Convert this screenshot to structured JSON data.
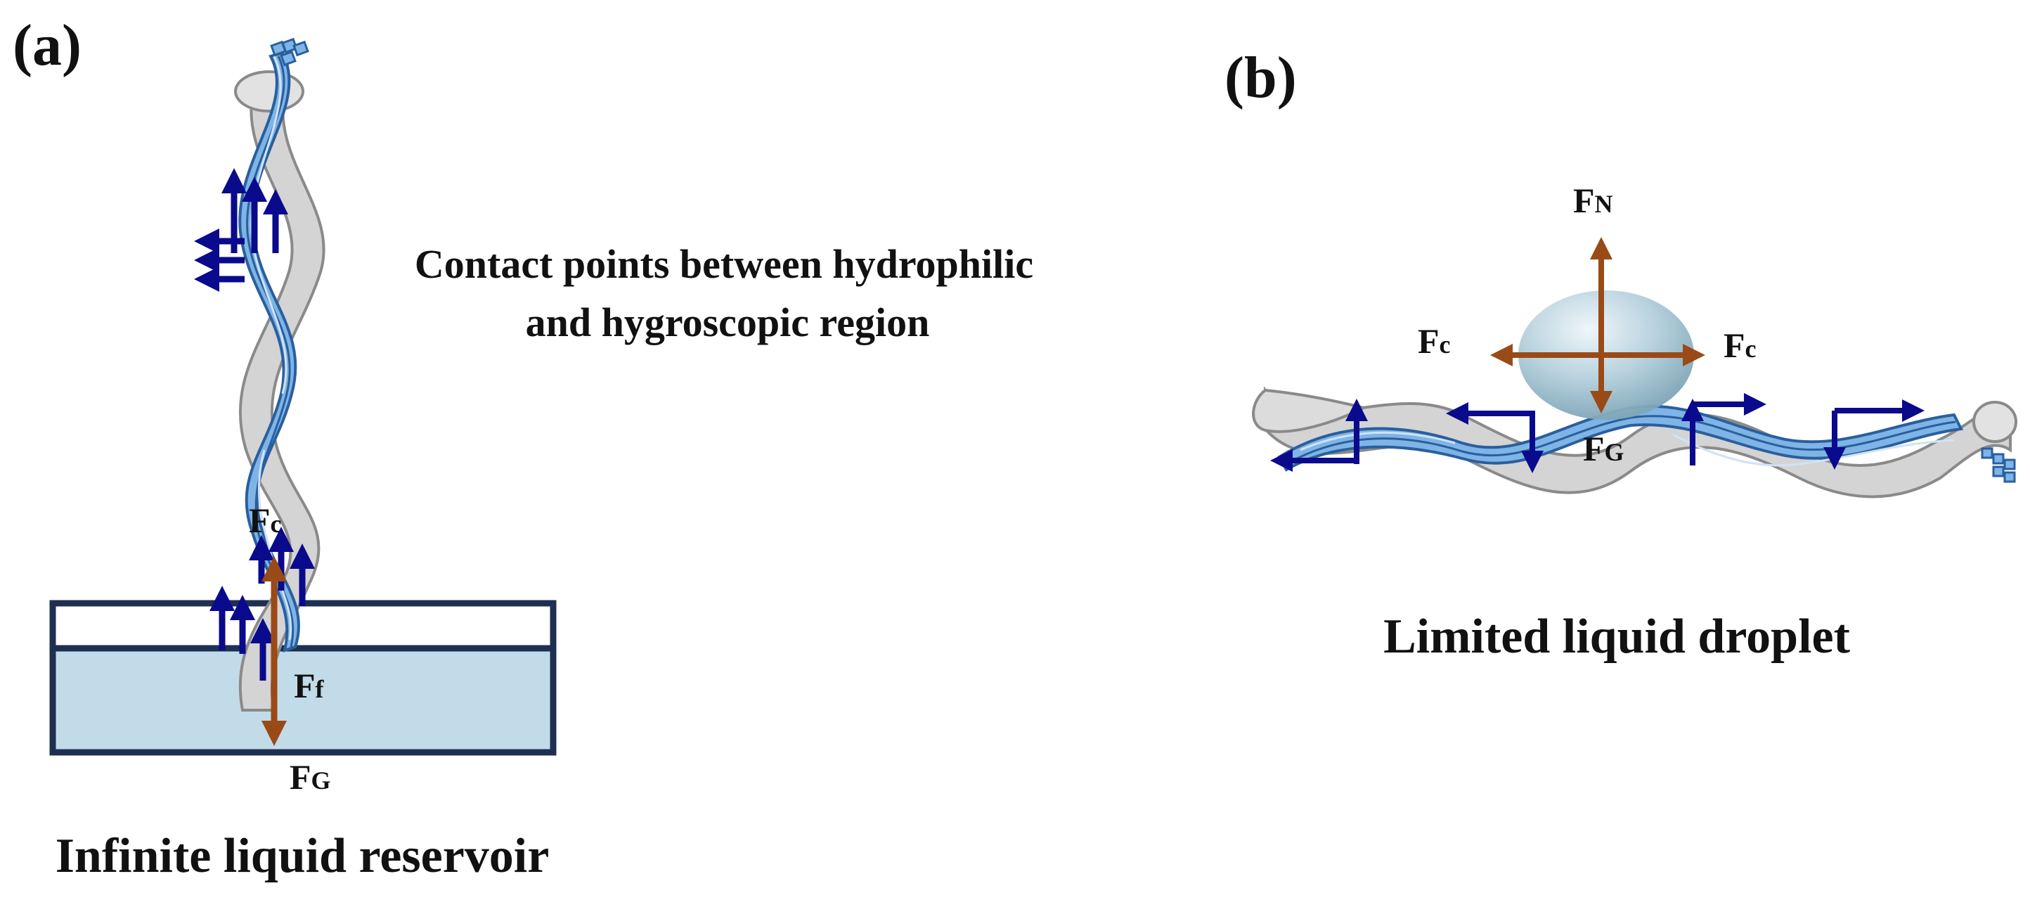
{
  "panel_a": {
    "label": "(a)",
    "annotation_line1": "Contact points between  hydrophilic",
    "annotation_line2": "and hygroscopic region",
    "force_capillary": {
      "main": "F",
      "sub": "c"
    },
    "force_friction": {
      "main": "F",
      "sub": "f"
    },
    "force_gravity": {
      "main": "F",
      "sub": "G"
    },
    "caption": "Infinite liquid reservoir"
  },
  "panel_b": {
    "label": "(b)",
    "force_normal": {
      "main": "F",
      "sub": "N"
    },
    "force_capillary_left": {
      "main": "F",
      "sub": "c"
    },
    "force_capillary_right": {
      "main": "F",
      "sub": "c"
    },
    "force_gravity": {
      "main": "F",
      "sub": "G"
    },
    "caption": "Limited liquid droplet"
  },
  "colors": {
    "yarn_gray": "#d4d4d4",
    "yarn_outline": "#8a8a8a",
    "fiber_blue": "#7fb4e6",
    "fiber_outline": "#2a5f9e",
    "arrow_blue": "#0a0a8c",
    "arrow_brown": "#9a4a16",
    "reservoir_border": "#1f2f52",
    "reservoir_liquid": "#c2dbe8",
    "droplet": "#a8c8d8"
  }
}
